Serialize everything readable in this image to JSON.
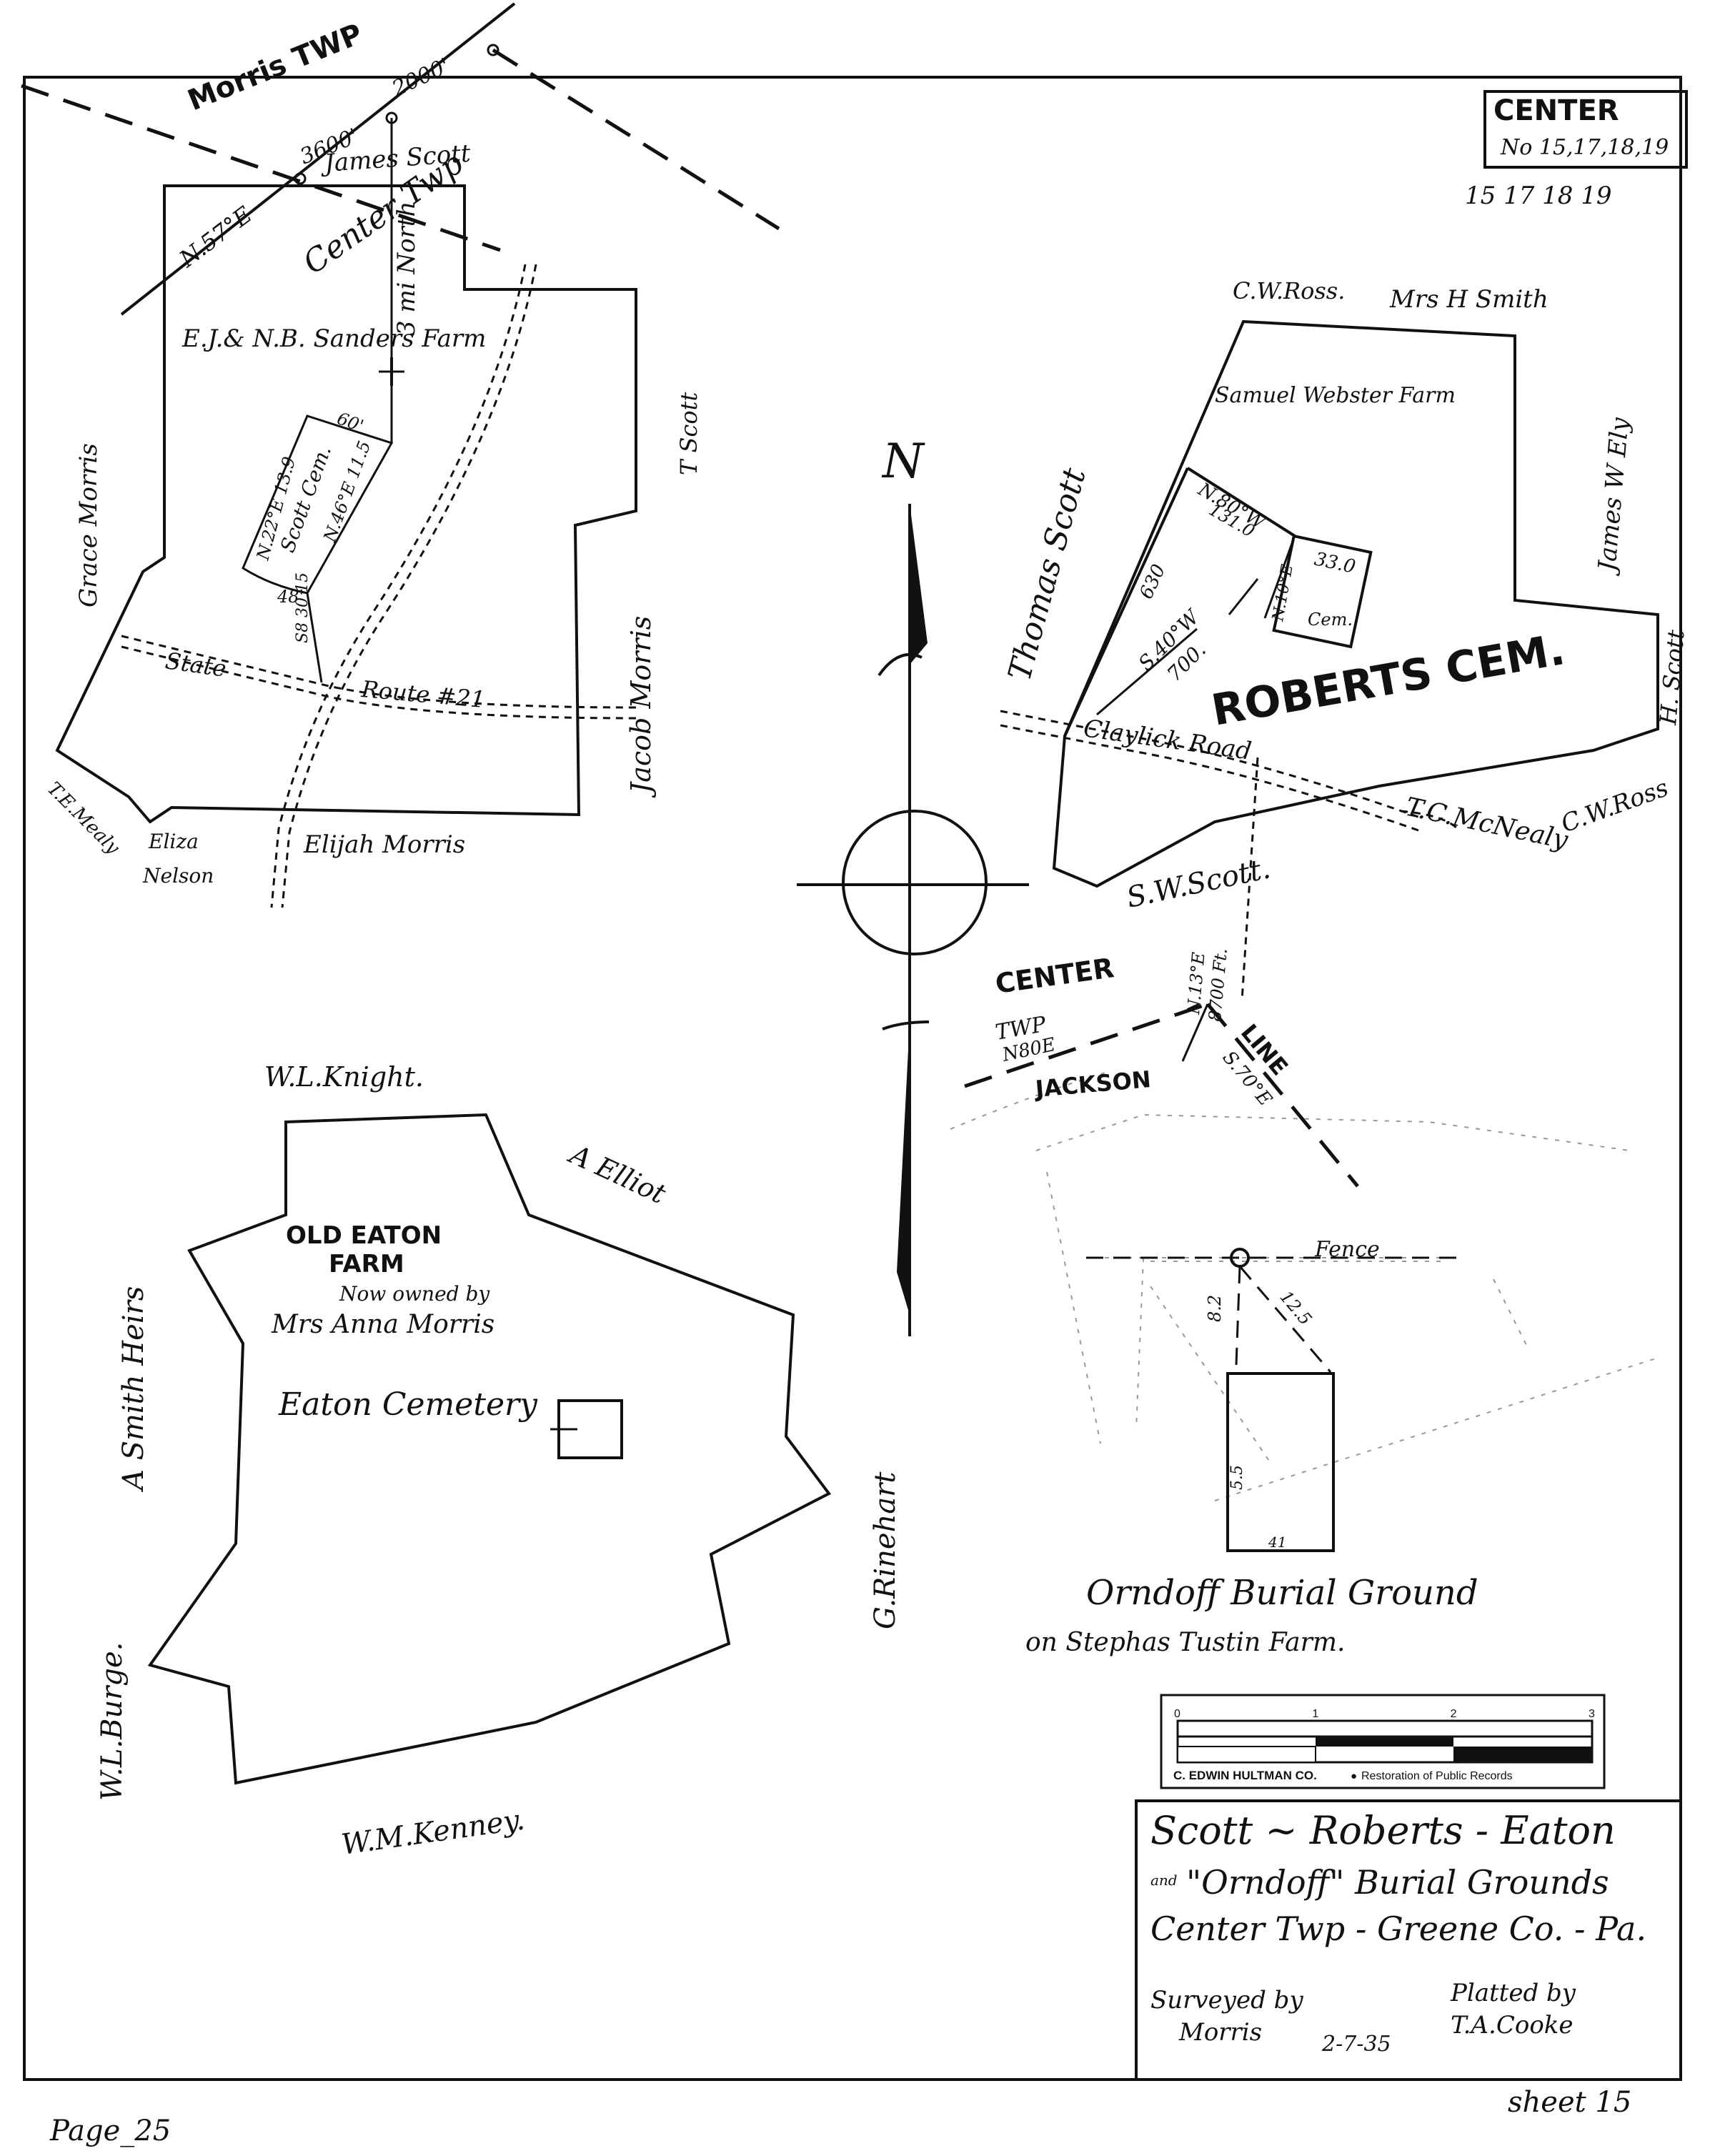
{
  "title_block": {
    "line1": "Scott ~ Roberts - Eaton",
    "line2_and": "and",
    "line2_text": "\"Orndoff\" Burial Grounds",
    "line3": "Center Twp - Greene Co. - Pa.",
    "surveyed_label": "Surveyed by",
    "surveyed_name": "Morris",
    "date": "2-7-35",
    "plotted_label": "Platted by",
    "plotted_name": "T.A.Cooke"
  },
  "corner_box": {
    "title": "CENTER",
    "numbers": "No 15,17,18,19"
  },
  "corner_note": "15 17 18 19",
  "sheet_label": "sheet 15",
  "page_label": "Page_25",
  "scale_bar": {
    "ticks": [
      "0",
      "1",
      "2",
      "3"
    ],
    "maker": "C. EDWIN HULTMAN CO.",
    "separator": "●",
    "tagline": "Restoration of Public Records"
  },
  "north_arrow": {
    "label": "N"
  },
  "scott": {
    "twp_north": "Morris TWP",
    "twp_south": "Center Twp",
    "dist1": "3600'",
    "dist2": "2000'",
    "bearing": "N.57°E",
    "north_dist": "3 mi North",
    "farm": "E.J.& N.B. Sanders Farm",
    "cem": "Scott Cem.",
    "b1": "N.22°E 13.9",
    "b2": "N.46°E 11.5",
    "b3": "60'",
    "b4": "48'",
    "b5": "S8 30 15",
    "state": "State",
    "route": "Route #21",
    "neighbors": {
      "james_scott": "James Scott",
      "t_scott": "T Scott",
      "grace_morris": "Grace Morris",
      "jacob_morris": "Jacob Morris",
      "te_mealy": "T.E.Mealy",
      "eliza_nelson_1": "Eliza",
      "eliza_nelson_2": "Nelson",
      "elijah_morris": "Elijah Morris"
    }
  },
  "roberts": {
    "title": "ROBERTS CEM.",
    "farm": "Samuel Webster Farm",
    "cem": "Cem.",
    "b1": "N.80°W",
    "b2": "131.0",
    "b3": "630",
    "b4": "S.40°W",
    "b5": "700.",
    "b6": "33.0",
    "b7": "N.10°E",
    "road": "Claylick Road",
    "line_b1": "N.13°E",
    "line_b2": "8700 Ft.",
    "twp_line": "TWP",
    "twp_bearing": "N80E",
    "twp_line_word": "LINE",
    "twp_line_bearing": "S.70°E",
    "center": "CENTER",
    "jackson": "JACKSON",
    "neighbors": {
      "cw_ross_top": "C.W.Ross.",
      "mrs_h_smith": "Mrs H Smith",
      "james_w_ely": "James W Ely",
      "thomas_scott": "Thomas Scott",
      "h_scott": "H. Scott",
      "tc_mcnealy": "T.C.McNealy",
      "cw_ross_right": "C.W.Ross",
      "sw_scott": "S.W.Scott."
    }
  },
  "eaton": {
    "farm1": "OLD EATON",
    "farm2": "FARM",
    "owned1": "Now owned by",
    "owned2": "Mrs Anna Morris",
    "cem": "Eaton Cemetery",
    "neighbors": {
      "wl_knight": "W.L.Knight.",
      "a_elliot": "A Elliot",
      "a_smith_heirs": "A Smith Heirs",
      "wl_burge": "W.L.Burge.",
      "wm_kenney": "W.M.Kenney.",
      "g_rinehart": "G.Rinehart"
    }
  },
  "orndoff": {
    "title": "Orndoff Burial Ground",
    "subtitle": "on Stephas Tustin Farm.",
    "fence": "Fence",
    "d1": "8.2",
    "d2": "12.5",
    "d3": "5.5",
    "d4": "41"
  }
}
